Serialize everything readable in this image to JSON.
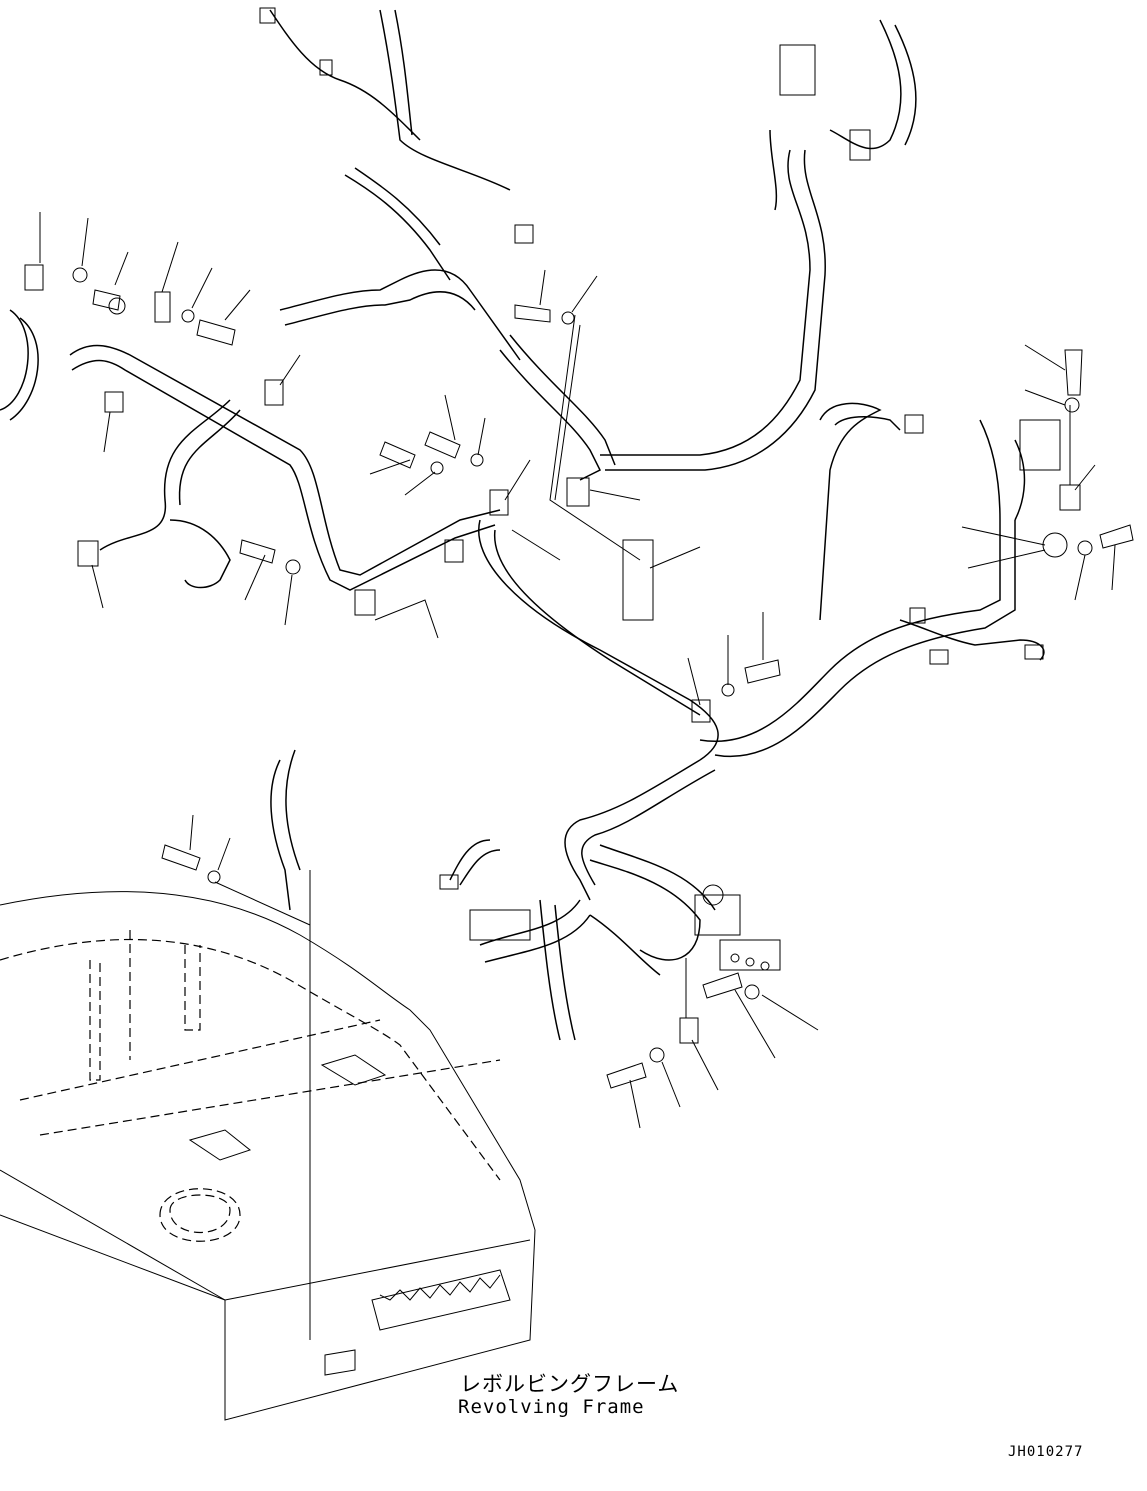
{
  "labels": {
    "frame_jp": "レボルビングフレーム",
    "frame_en": "Revolving Frame",
    "drawing_code": "JH010277"
  }
}
